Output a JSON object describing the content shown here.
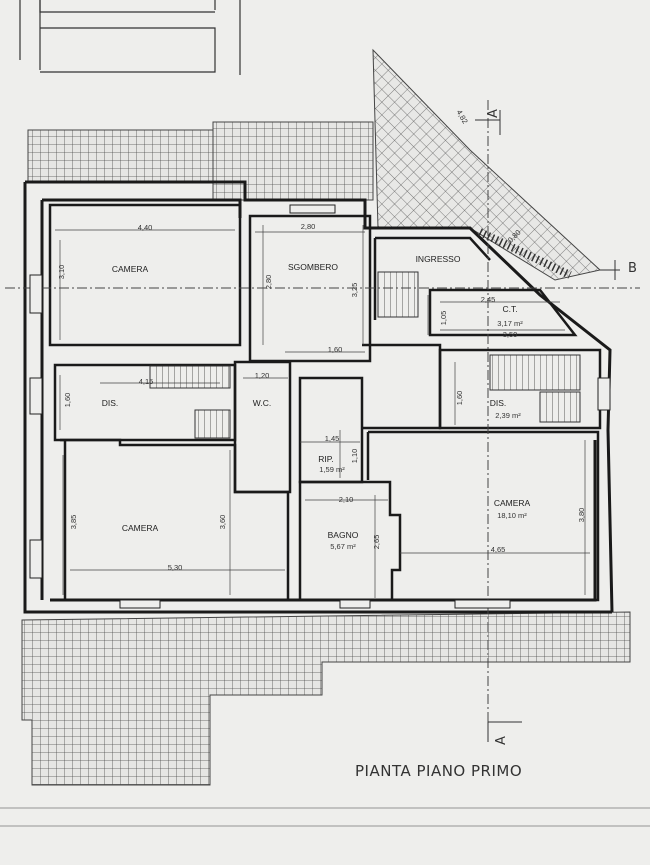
{
  "title": "PIANTA PIANO PRIMO",
  "section_markers": {
    "a_top": "A",
    "a_bottom": "A",
    "b": "B"
  },
  "rooms": {
    "camera_nw": {
      "name": "CAMERA",
      "width": "4,40",
      "depth": "3,10"
    },
    "sgombero": {
      "name": "SGOMBERO",
      "width": "2,80",
      "depth_left": "2,80",
      "depth_right": "3,25",
      "bottom": "1,60"
    },
    "ingresso": {
      "name": "INGRESSO"
    },
    "ct": {
      "name": "C.T.",
      "area": "3,17 m²",
      "top": "2,45",
      "bottom": "3,50",
      "depth": "1,05"
    },
    "dis_w": {
      "name": "DIS.",
      "depth": "1,60",
      "width": "4,15"
    },
    "wc": {
      "name": "W.C.",
      "width": "1,20"
    },
    "dis_e": {
      "name": "DIS.",
      "area": "2,39 m²",
      "depth": "1,60"
    },
    "rip": {
      "name": "RIP.",
      "area": "1,59 m²",
      "width": "1,45",
      "depth": "1,10"
    },
    "camera_sw": {
      "name": "CAMERA",
      "width": "5,30",
      "depth_left": "3,85",
      "depth_right": "3,60"
    },
    "bagno": {
      "name": "BAGNO",
      "area": "5,67 m²",
      "width": "2,10",
      "depth": "2,65"
    },
    "camera_se": {
      "name": "CAMERA",
      "area": "18,10 m²",
      "width": "4,65",
      "depth": "3,80"
    },
    "terrace_ne": {
      "dim": "4,82",
      "stair": "0,80"
    }
  },
  "colors": {
    "paper": "#eeeeec",
    "wall": "#1a1a1a",
    "tile": "#555555"
  }
}
